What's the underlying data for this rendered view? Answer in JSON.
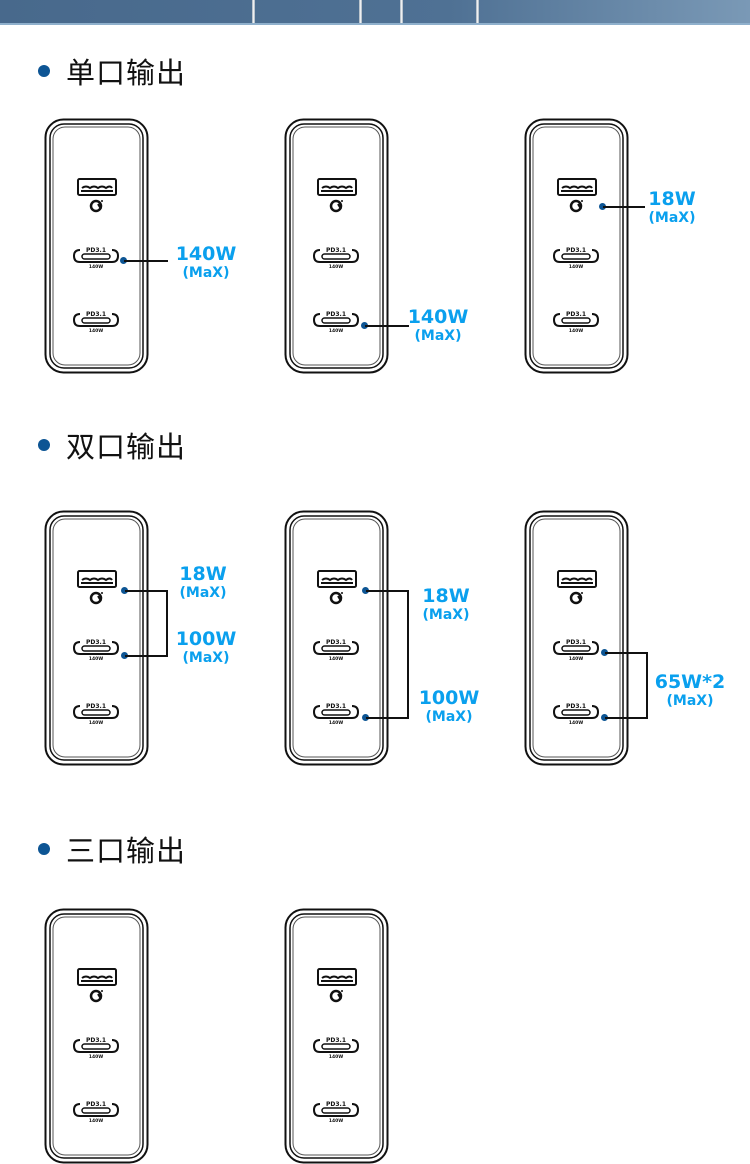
{
  "colors": {
    "accent": "#0aa0ee",
    "bullet": "#0d5594",
    "banner": "#4f7194"
  },
  "sections": [
    {
      "title": "单口输出"
    },
    {
      "title": "双口输出"
    },
    {
      "title": "三口输出"
    }
  ],
  "port_labels": {
    "usb_a_icon": "quick-charge-icon",
    "usb_c_top": "PD3.1",
    "usb_c_bottom": "140W"
  },
  "single": [
    {
      "watt": "140W",
      "max": "(MaX)"
    },
    {
      "watt": "140W",
      "max": "(MaX)"
    },
    {
      "watt": "18W",
      "max": "(MaX)"
    }
  ],
  "dual": [
    {
      "a": {
        "watt": "18W",
        "max": "(MaX)"
      },
      "b": {
        "watt": "100W",
        "max": "(MaX)"
      }
    },
    {
      "a": {
        "watt": "18W",
        "max": "(MaX)"
      },
      "b": {
        "watt": "100W",
        "max": "(MaX)"
      }
    },
    {
      "a": {
        "watt": "65W*2",
        "max": "(MaX)"
      }
    }
  ]
}
